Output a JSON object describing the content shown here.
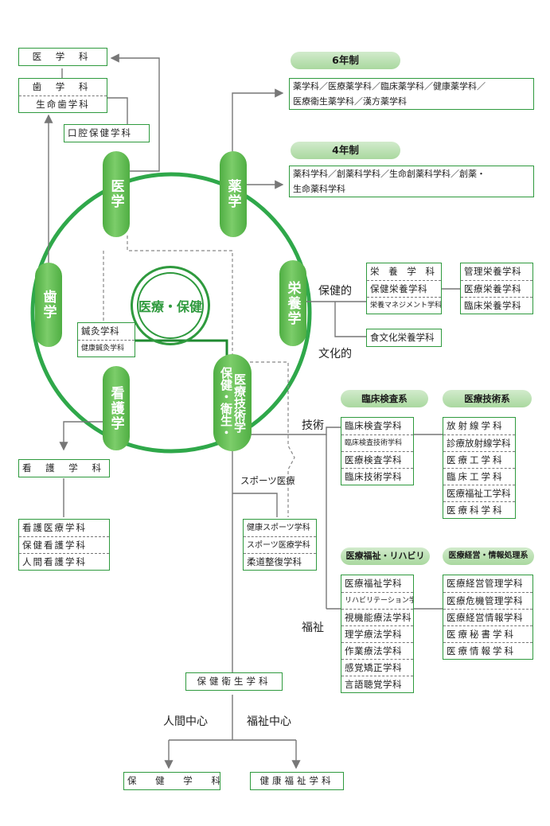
{
  "center": {
    "label": "医療・保健"
  },
  "nodes": {
    "igaku": "医学",
    "yakugaku": "薬学",
    "eiyougaku": "栄養学",
    "shigaku": "歯学",
    "kango": "看護学",
    "hoken": {
      "col1": "保健・衛生・",
      "col2": "医療技術学"
    }
  },
  "pills": {
    "six_year": "6年制",
    "four_year": "4年制",
    "rinsho_kensa": "臨床検査系",
    "iryo_gijutsu": "医療技術系",
    "fukushi_riha": "医療福祉・リハビリ",
    "keiei_joho": "医療経営・情報処理系"
  },
  "labels": {
    "hokenteki": "保健的",
    "bunkateki": "文化的",
    "gijutsu": "技術",
    "sports": "スポーツ医療",
    "fukushi": "福祉",
    "ningen": "人間中心",
    "fukushi_chushin": "福祉中心"
  },
  "boxes": {
    "igakuka": [
      "医 学 科"
    ],
    "shigakuka": [
      "歯 学 科",
      "生命歯学科"
    ],
    "koku": [
      "口腔保健学科"
    ],
    "yaku6": [
      "薬学科／医療薬学科／臨床薬学科／健康薬学科／",
      "医療衛生薬学科／漢方薬学科"
    ],
    "yaku4": [
      "薬科学科／創薬科学科／生命創薬科学科／創薬・",
      "生命薬科学科"
    ],
    "eiyo1": [
      "栄 養 学 科",
      "保健栄養学科",
      "栄養マネジメント学科"
    ],
    "eiyo2": [
      "管理栄養学科",
      "医療栄養学科",
      "臨床栄養学科"
    ],
    "shoku": [
      "食文化栄養学科"
    ],
    "shinkyu": [
      "鍼灸学科",
      "健康鍼灸学科"
    ],
    "kango1": [
      "看 護 学 科"
    ],
    "kango2": [
      "看護医療学科",
      "保健看護学科",
      "人間看護学科"
    ],
    "rinsho": [
      "臨床検査学科",
      "臨床検査技術学科",
      "医療検査学科",
      "臨床技術学科"
    ],
    "gijutsu": [
      "放射線学科",
      "診療放射線学科",
      "医療工学科",
      "臨床工学科",
      "医療福祉工学科",
      "医療科学科"
    ],
    "sportsbox": [
      "健康スポーツ学科",
      "スポーツ医療学科",
      "柔道整復学科"
    ],
    "fukushibox": [
      "医療福祉学科",
      "リハビリテーション学科",
      "視機能療法学科",
      "理学療法学科",
      "作業療法学科",
      "感覚矯正学科",
      "言語聴覚学科"
    ],
    "keiei": [
      "医療経営管理学科",
      "医療危機管理学科",
      "医療経営情報学科",
      "医療秘書学科",
      "医療情報学科"
    ],
    "eisei": [
      "保健衛生学科"
    ],
    "hokengaku": [
      "保 健 学 科"
    ],
    "kenko_fukushi": [
      "健康福祉学科"
    ]
  },
  "colors": {
    "green": "#2f9a3e",
    "circle": "#2fa84a",
    "line": "#777777"
  }
}
